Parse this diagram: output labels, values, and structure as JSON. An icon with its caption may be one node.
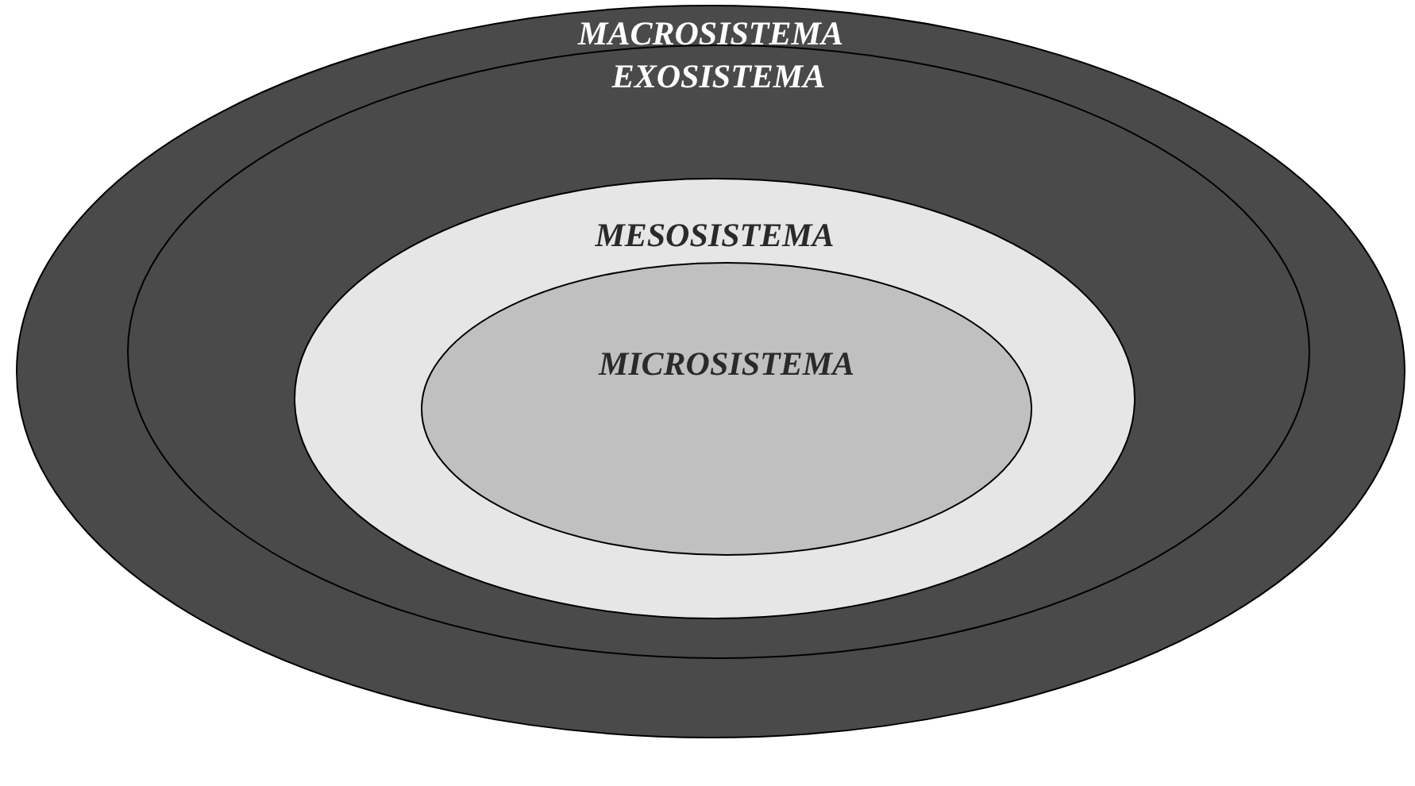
{
  "diagram": {
    "nodes": [
      {
        "text": [
          "MACROSISTEMA"
        ]
      },
      {
        "text": [
          "EXOSISTEMA"
        ],
        "in": 0
      },
      {
        "text": [
          "MESOSISTEMA"
        ],
        "in": 1
      },
      {
        "text": [
          "MICROSISTEMA"
        ],
        "in": 2
      }
    ]
  }
}
